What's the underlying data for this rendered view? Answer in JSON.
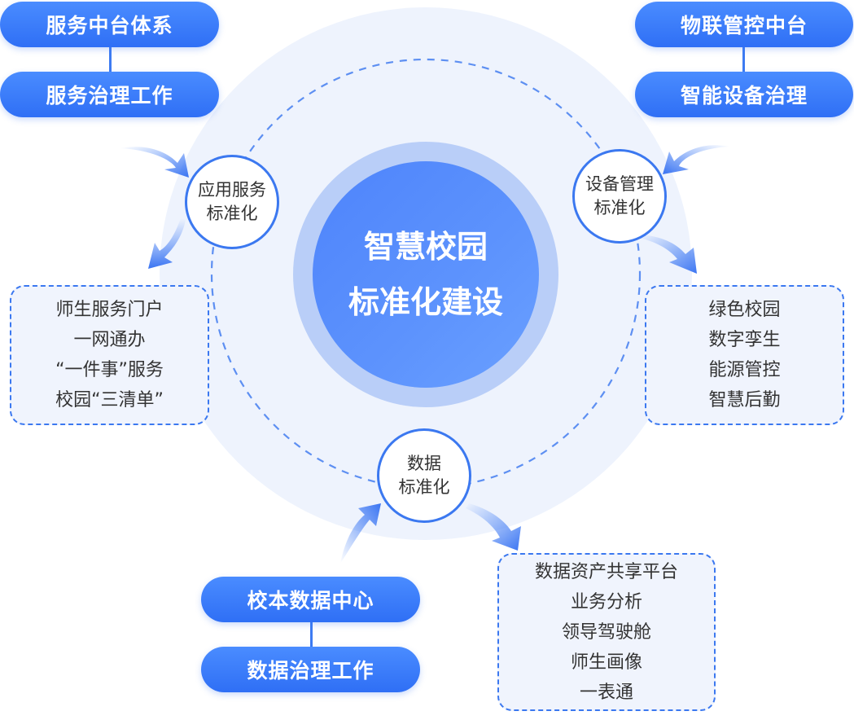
{
  "center": {
    "line1": "智慧校园",
    "line2": "标准化建设"
  },
  "nodes": {
    "app_service": {
      "line1": "应用服务",
      "line2": "标准化"
    },
    "device": {
      "line1": "设备管理",
      "line2": "标准化"
    },
    "data": {
      "line1": "数据",
      "line2": "标准化"
    }
  },
  "pills": {
    "top_left": [
      "服务中台体系",
      "服务治理工作"
    ],
    "top_right": [
      "物联管控中台",
      "智能设备治理"
    ],
    "bottom": [
      "校本数据中心",
      "数据治理工作"
    ]
  },
  "lists": {
    "left": [
      "师生服务门户",
      "一网通办",
      "“一件事”服务",
      "校园“三清单”"
    ],
    "right": [
      "绿色校园",
      "数字孪生",
      "能源管控",
      "智慧后勤"
    ],
    "bottom": [
      "数据资产共享平台",
      "业务分析",
      "领导驾驶舱",
      "师生画像",
      "一表通"
    ]
  },
  "colors": {
    "primary": "#3b78f0",
    "pill": "#2f6ff5",
    "halo": "#eef3fd",
    "center": "#5a8ffc"
  }
}
